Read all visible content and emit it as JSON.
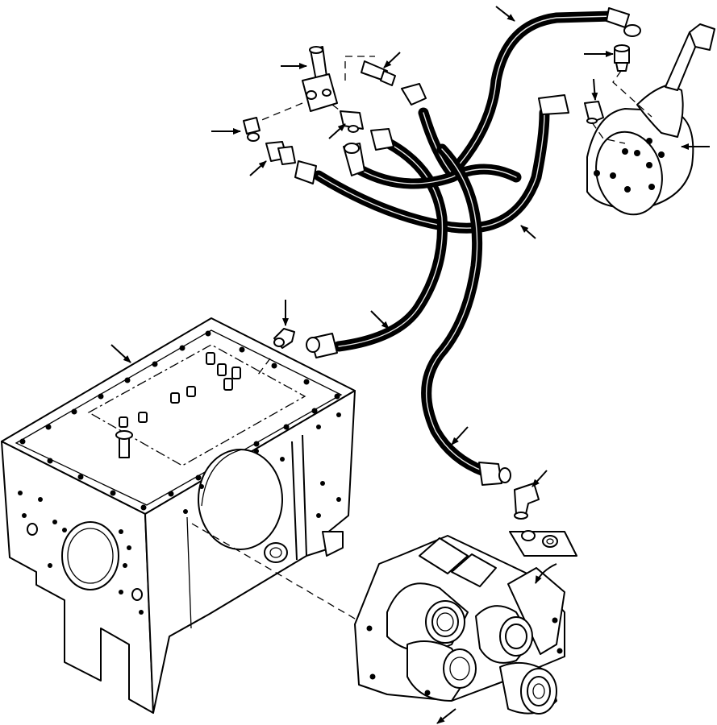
{
  "diagram": {
    "components": [
      "transmission-housing",
      "control-valve",
      "hydraulic-pump",
      "valve-block",
      "hose-a",
      "hose-b",
      "hose-c",
      "hose-d",
      "hose-e"
    ],
    "callout_arrows": [
      {
        "id": "arrow-valve-block-top"
      },
      {
        "id": "arrow-check-valve"
      },
      {
        "id": "arrow-elbow-left"
      },
      {
        "id": "arrow-tee-fitting"
      },
      {
        "id": "arrow-adapter"
      },
      {
        "id": "arrow-hose-top"
      },
      {
        "id": "arrow-control-fitting"
      },
      {
        "id": "arrow-control-elbow"
      },
      {
        "id": "arrow-control-valve"
      },
      {
        "id": "arrow-hose-right"
      },
      {
        "id": "arrow-hose-middle"
      },
      {
        "id": "arrow-housing-elbow"
      },
      {
        "id": "arrow-housing"
      },
      {
        "id": "arrow-hose-lower"
      },
      {
        "id": "arrow-pump-elbow"
      },
      {
        "id": "arrow-pump"
      }
    ]
  }
}
